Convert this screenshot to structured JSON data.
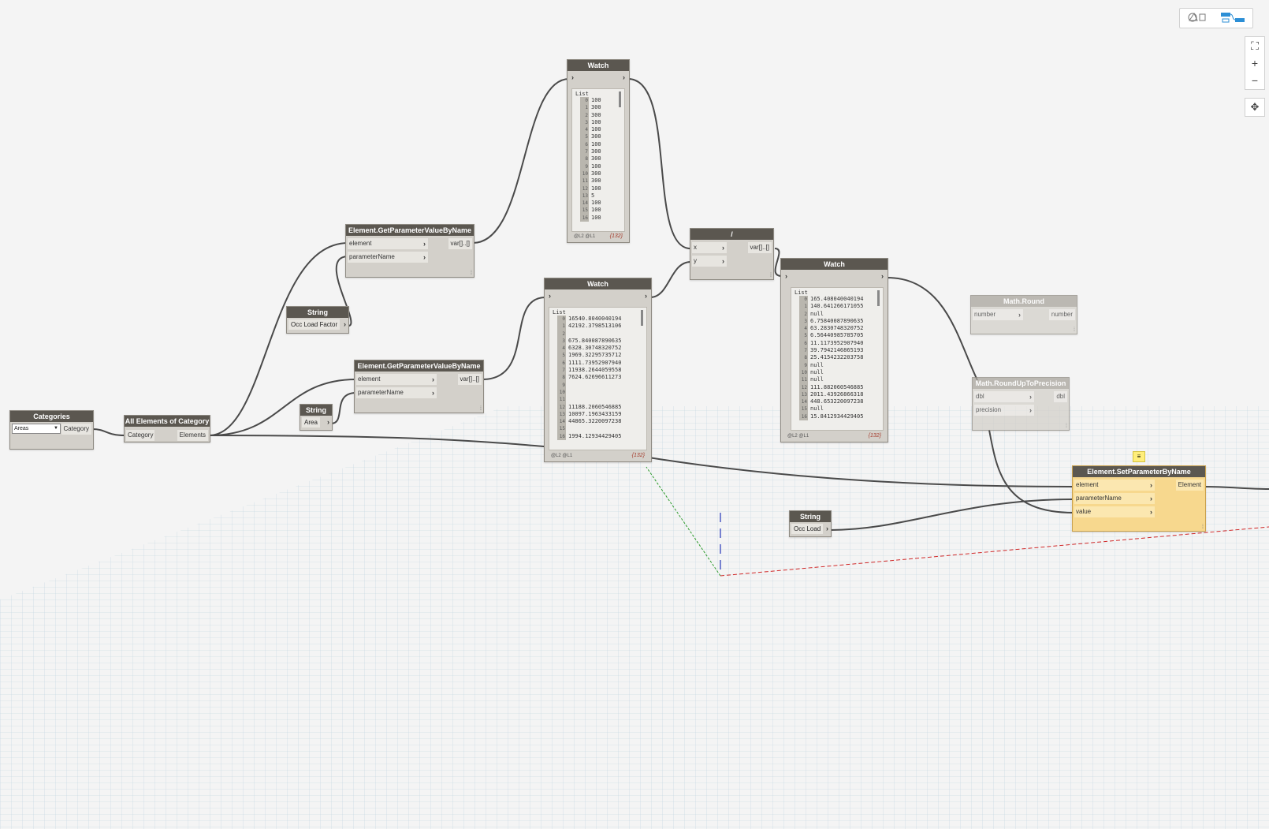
{
  "toolbar": {
    "geometry_view_icon": "geometry-view-icon",
    "graph_view_icon": "graph-view-icon"
  },
  "zoom_controls": {
    "fit_icon": "fit-view-icon",
    "zoom_in": "+",
    "zoom_out": "−",
    "pan_icon": "pan-icon"
  },
  "nodes": {
    "categories": {
      "title": "Categories",
      "dropdown_value": "Areas",
      "output": "Category"
    },
    "all_elements": {
      "title": "All Elements of Category",
      "input": "Category",
      "output": "Elements"
    },
    "getparam1": {
      "title": "Element.GetParameterValueByName",
      "in1": "element",
      "in2": "parameterName",
      "output": "var[]..[]"
    },
    "getparam2": {
      "title": "Element.GetParameterValueByName",
      "in1": "element",
      "in2": "parameterName",
      "output": "var[]..[]"
    },
    "string1": {
      "title": "String",
      "value": "Occ Load Factor"
    },
    "string2": {
      "title": "String",
      "value": "Area"
    },
    "string3": {
      "title": "String",
      "value": "Occ Load"
    },
    "divide": {
      "title": "/",
      "in1": "x",
      "in2": "y",
      "output": "var[]..[]"
    },
    "math_round": {
      "title": "Math.Round",
      "input": "number",
      "output": "number"
    },
    "round_up": {
      "title": "Math.RoundUpToPrecision",
      "in1": "dbl",
      "in2": "precision",
      "output": "dbl"
    },
    "set_param": {
      "title": "Element.SetParameterByName",
      "in1": "element",
      "in2": "parameterName",
      "in3": "value",
      "output": "Element"
    }
  },
  "watch1": {
    "title": "Watch",
    "list_label": "List",
    "items": [
      [
        "0",
        "100"
      ],
      [
        "1",
        "300"
      ],
      [
        "2",
        "300"
      ],
      [
        "3",
        "100"
      ],
      [
        "4",
        "100"
      ],
      [
        "5",
        "300"
      ],
      [
        "6",
        "100"
      ],
      [
        "7",
        "300"
      ],
      [
        "8",
        "300"
      ],
      [
        "9",
        "100"
      ],
      [
        "10",
        "300"
      ],
      [
        "11",
        "300"
      ],
      [
        "12",
        "100"
      ],
      [
        "13",
        "5"
      ],
      [
        "14",
        "100"
      ],
      [
        "15",
        "100"
      ],
      [
        "16",
        "100"
      ]
    ],
    "levels": "@L2 @L1",
    "count": "{132}"
  },
  "watch2": {
    "title": "Watch",
    "list_label": "List",
    "items": [
      [
        "0",
        "16540.8040040194"
      ],
      [
        "1",
        "42192.3798513106"
      ],
      [
        "2",
        ""
      ],
      [
        "3",
        "675.840087890635"
      ],
      [
        "4",
        "6328.30748320752"
      ],
      [
        "5",
        "1969.32295735712"
      ],
      [
        "6",
        "1111.73952907940"
      ],
      [
        "7",
        "11938.2644059558"
      ],
      [
        "8",
        "7624.62696611273"
      ],
      [
        "9",
        ""
      ],
      [
        "10",
        ""
      ],
      [
        "11",
        ""
      ],
      [
        "12",
        "11188.2060546885"
      ],
      [
        "13",
        "10097.1963433159"
      ],
      [
        "14",
        "44865.3220097238"
      ],
      [
        "15",
        ""
      ],
      [
        "16",
        "1994.12934429405"
      ]
    ],
    "levels": "@L2 @L1",
    "count": "{132}"
  },
  "watch3": {
    "title": "Watch",
    "list_label": "List",
    "items": [
      [
        "0",
        "165.408040040194"
      ],
      [
        "1",
        "140.641266171055"
      ],
      [
        "2",
        "null"
      ],
      [
        "3",
        "6.75840087890635"
      ],
      [
        "4",
        "63.2830748320752"
      ],
      [
        "5",
        "6.56440985785705"
      ],
      [
        "6",
        "11.1173952907940"
      ],
      [
        "7",
        "39.7942146865193"
      ],
      [
        "8",
        "25.4154232203758"
      ],
      [
        "9",
        "null"
      ],
      [
        "10",
        "null"
      ],
      [
        "11",
        "null"
      ],
      [
        "12",
        "111.882060546885"
      ],
      [
        "13",
        "2011.43926866318"
      ],
      [
        "14",
        "448.653220097238"
      ],
      [
        "15",
        "null"
      ],
      [
        "16",
        "15.8412934429405"
      ]
    ],
    "levels": "@L2 @L1",
    "count": "{132}"
  },
  "note_icon": "comment-note-icon"
}
